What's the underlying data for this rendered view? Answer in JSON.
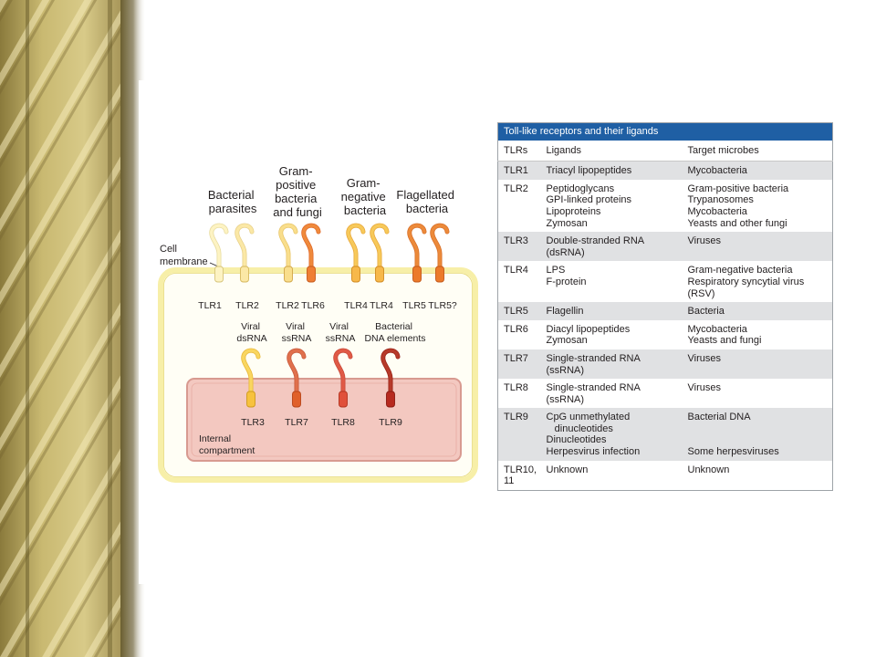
{
  "colors": {
    "table_header": "#1f5fa4",
    "row_shade": "#e0e1e3",
    "membrane": "#f7efa8",
    "internal": "#f3c8c0",
    "tlr_pale": "#fdf3c3",
    "tlr_yellow": "#f7c95a",
    "tlr_orange": "#f29a3a",
    "tlr_deep_orange": "#ec7a2a",
    "tlr_red": "#e0573a",
    "tlr_dark_red": "#b72a1f"
  },
  "diagram": {
    "group_labels": [
      [
        "Bacterial",
        "parasites"
      ],
      [
        "Gram-",
        "positive",
        "bacteria",
        "and fungi"
      ],
      [
        "Gram-",
        "negative",
        "bacteria"
      ],
      [
        "Flagellated",
        "bacteria"
      ]
    ],
    "cell_membrane_label": [
      "Cell",
      "membrane"
    ],
    "surface_receptors": [
      "TLR1",
      "TLR2",
      "TLR2",
      "TLR6",
      "TLR4",
      "TLR4",
      "TLR5",
      "TLR5?"
    ],
    "ligand_labels": [
      [
        "Viral",
        "dsRNA"
      ],
      [
        "Viral",
        "ssRNA"
      ],
      [
        "Viral",
        "ssRNA"
      ],
      [
        "Bacterial",
        "DNA elements"
      ]
    ],
    "internal_receptors": [
      "TLR3",
      "TLR7",
      "TLR8",
      "TLR9"
    ],
    "internal_compartment_label": [
      "Internal",
      "compartment"
    ]
  },
  "table": {
    "title": "Toll-like receptors and their ligands",
    "headers": [
      "TLRs",
      "Ligands",
      "Target microbes"
    ],
    "rows": [
      {
        "tlr": [
          "TLR1"
        ],
        "ligands": [
          "Triacyl lipopeptides"
        ],
        "targets": [
          "Mycobacteria"
        ]
      },
      {
        "tlr": [
          "TLR2"
        ],
        "ligands": [
          "Peptidoglycans",
          "GPI-linked proteins",
          "Lipoproteins",
          "Zymosan"
        ],
        "targets": [
          "Gram-positive bacteria",
          "Trypanosomes",
          "Mycobacteria",
          "Yeasts and other fungi"
        ]
      },
      {
        "tlr": [
          "TLR3"
        ],
        "ligands": [
          "Double-stranded RNA",
          "(dsRNA)"
        ],
        "targets": [
          "Viruses"
        ]
      },
      {
        "tlr": [
          "TLR4"
        ],
        "ligands": [
          "LPS",
          "F-protein"
        ],
        "targets": [
          "Gram-negative bacteria",
          "Respiratory syncytial virus",
          "(RSV)"
        ]
      },
      {
        "tlr": [
          "TLR5"
        ],
        "ligands": [
          "Flagellin"
        ],
        "targets": [
          "Bacteria"
        ]
      },
      {
        "tlr": [
          "TLR6"
        ],
        "ligands": [
          "Diacyl lipopeptides",
          "Zymosan"
        ],
        "targets": [
          "Mycobacteria",
          "Yeasts and fungi"
        ]
      },
      {
        "tlr": [
          "TLR7"
        ],
        "ligands": [
          "Single-stranded RNA",
          "(ssRNA)"
        ],
        "targets": [
          "Viruses"
        ]
      },
      {
        "tlr": [
          "TLR8"
        ],
        "ligands": [
          "Single-stranded RNA",
          "(ssRNA)"
        ],
        "targets": [
          "Viruses"
        ]
      },
      {
        "tlr": [
          "TLR9"
        ],
        "ligands": [
          "CpG unmethylated",
          "   dinucleotides",
          "Dinucleotides",
          "Herpesvirus infection"
        ],
        "targets": [
          "Bacterial DNA",
          "",
          "",
          "Some herpesviruses"
        ]
      },
      {
        "tlr": [
          "TLR10,",
          "11"
        ],
        "ligands": [
          "Unknown"
        ],
        "targets": [
          "Unknown"
        ]
      }
    ]
  }
}
